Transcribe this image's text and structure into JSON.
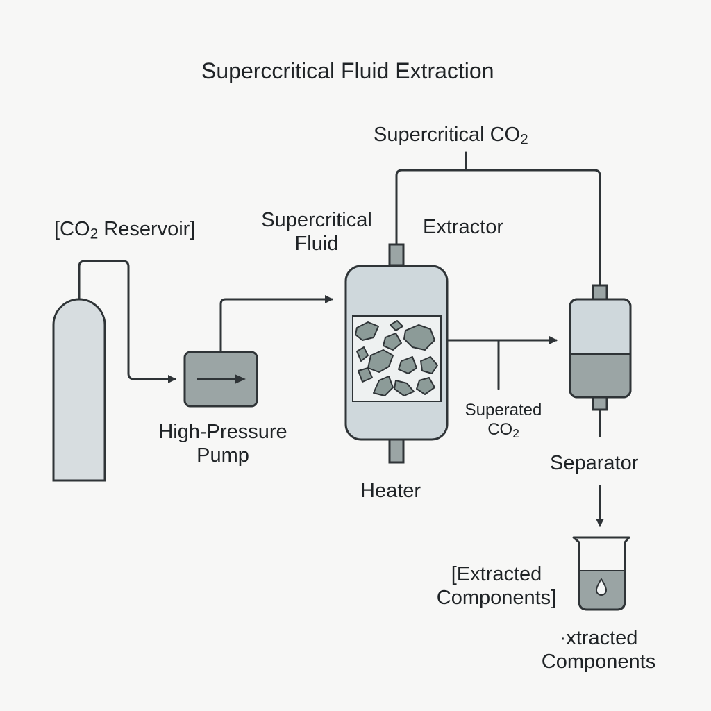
{
  "title": "Superccritical Fluid Extraction",
  "labels": {
    "supercritical_co2_top": {
      "pre": "Supercritical CO",
      "sub": "2",
      "post": ""
    },
    "co2_reservoir": {
      "pre": "[CO",
      "sub": "2",
      "post": " Reservoir]"
    },
    "supercritical_fluid": [
      "Supercritical",
      "Fluid"
    ],
    "extractor": "Extractor",
    "high_pressure_pump": [
      "High-Pressure",
      "Pump"
    ],
    "heater": "Heater",
    "superated_co2": {
      "line1": "Superated",
      "pre": "CO",
      "sub": "2"
    },
    "separator": "Separator",
    "extracted_components_bracket": [
      "[Extracted",
      "Components]"
    ],
    "extracted_components_bottom": [
      "·xtracted",
      "Components"
    ]
  },
  "colors": {
    "background": "#f7f7f6",
    "stroke": "#2f3437",
    "tank_fill": "#d7dde0",
    "vessel_fill": "#cfd8dc",
    "pump_fill": "#9ba5a5",
    "particle_fill": "#8c9b98",
    "liquid_fill": "#9aa4a4"
  },
  "icons": [
    "co2-tank-icon",
    "pump-arrow-icon",
    "extractor-vessel-icon",
    "separator-vessel-icon",
    "beaker-icon",
    "droplet-icon"
  ]
}
